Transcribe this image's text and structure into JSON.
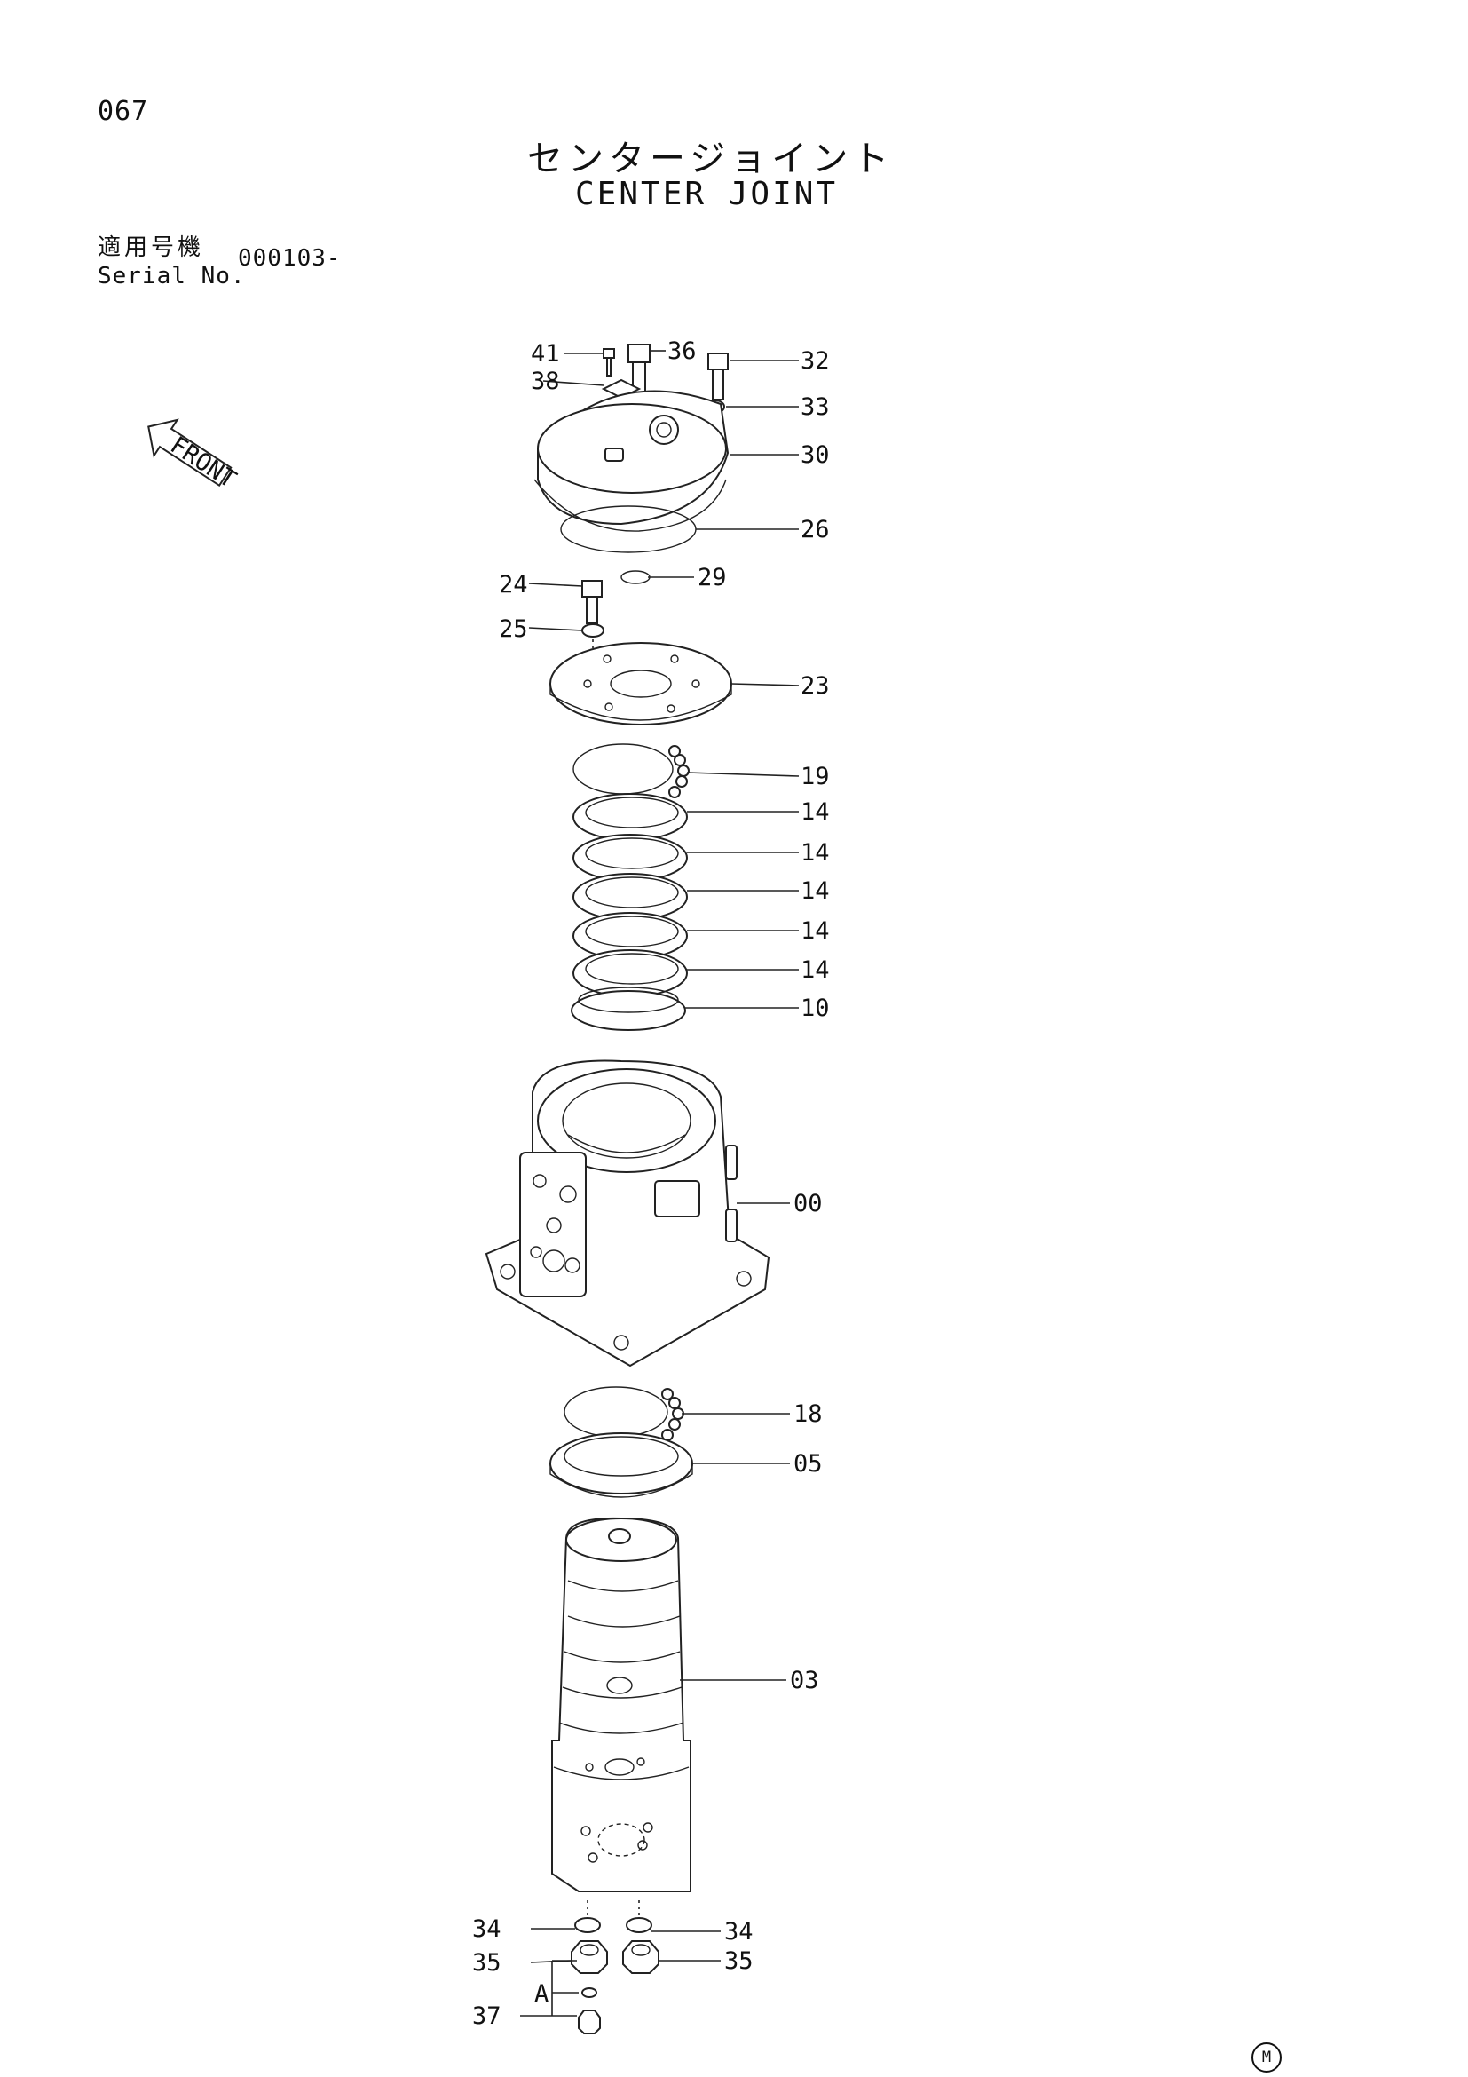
{
  "page": {
    "number": "067",
    "title_jp": "センタージョイント",
    "title_en": "CENTER JOINT",
    "serial_label_jp": "適用号機",
    "serial_label_en": "Serial No.",
    "serial_value": "000103-",
    "front_label": "FRONT",
    "corner_mark": "M"
  },
  "callouts": [
    {
      "part": "41"
    },
    {
      "part": "36"
    },
    {
      "part": "32"
    },
    {
      "part": "38"
    },
    {
      "part": "33"
    },
    {
      "part": "30"
    },
    {
      "part": "26"
    },
    {
      "part": "24"
    },
    {
      "part": "29"
    },
    {
      "part": "25"
    },
    {
      "part": "23"
    },
    {
      "part": "19"
    },
    {
      "part": "14"
    },
    {
      "part": "14"
    },
    {
      "part": "14"
    },
    {
      "part": "14"
    },
    {
      "part": "14"
    },
    {
      "part": "10"
    },
    {
      "part": "00"
    },
    {
      "part": "18"
    },
    {
      "part": "05"
    },
    {
      "part": "03"
    },
    {
      "part": "34"
    },
    {
      "part": "34"
    },
    {
      "part": "35"
    },
    {
      "part": "35"
    },
    {
      "part": "A"
    },
    {
      "part": "37"
    }
  ],
  "colors": {
    "ink": "#111111",
    "paper": "#ffffff"
  }
}
